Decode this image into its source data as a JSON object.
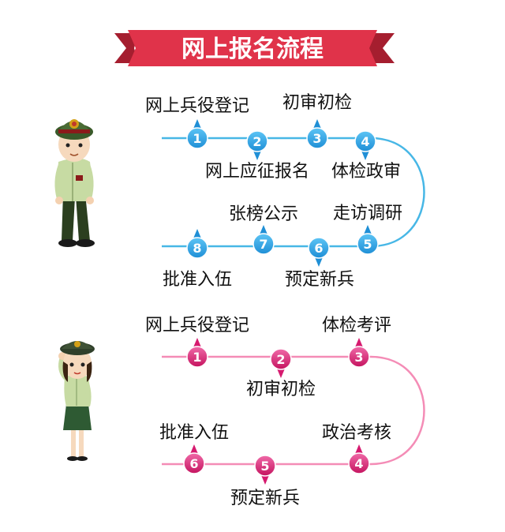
{
  "title": "网上报名流程",
  "colors": {
    "banner": "#e0334a",
    "banner_dark": "#a51e2f",
    "male_line": "#47b7e6",
    "male_pin": "#1f8fd6",
    "male_pin_light": "#5cc4f5",
    "female_line": "#f48cb6",
    "female_pin": "#d61a6f",
    "female_pin_light": "#f06aa8"
  },
  "male_flow": {
    "icon": "male-soldier-icon",
    "steps": [
      {
        "num": "1",
        "label": "网上兵役登记"
      },
      {
        "num": "2",
        "label": "网上应征报名"
      },
      {
        "num": "3",
        "label": "初审初检"
      },
      {
        "num": "4",
        "label": "体检政审"
      },
      {
        "num": "5",
        "label": "走访调研"
      },
      {
        "num": "6",
        "label": "预定新兵"
      },
      {
        "num": "7",
        "label": "张榜公示"
      },
      {
        "num": "8",
        "label": "批准入伍"
      }
    ]
  },
  "female_flow": {
    "icon": "female-soldier-icon",
    "steps": [
      {
        "num": "1",
        "label": "网上兵役登记"
      },
      {
        "num": "2",
        "label": "初审初检"
      },
      {
        "num": "3",
        "label": "体检考评"
      },
      {
        "num": "4",
        "label": "政治考核"
      },
      {
        "num": "5",
        "label": "预定新兵"
      },
      {
        "num": "6",
        "label": "批准入伍"
      }
    ]
  }
}
